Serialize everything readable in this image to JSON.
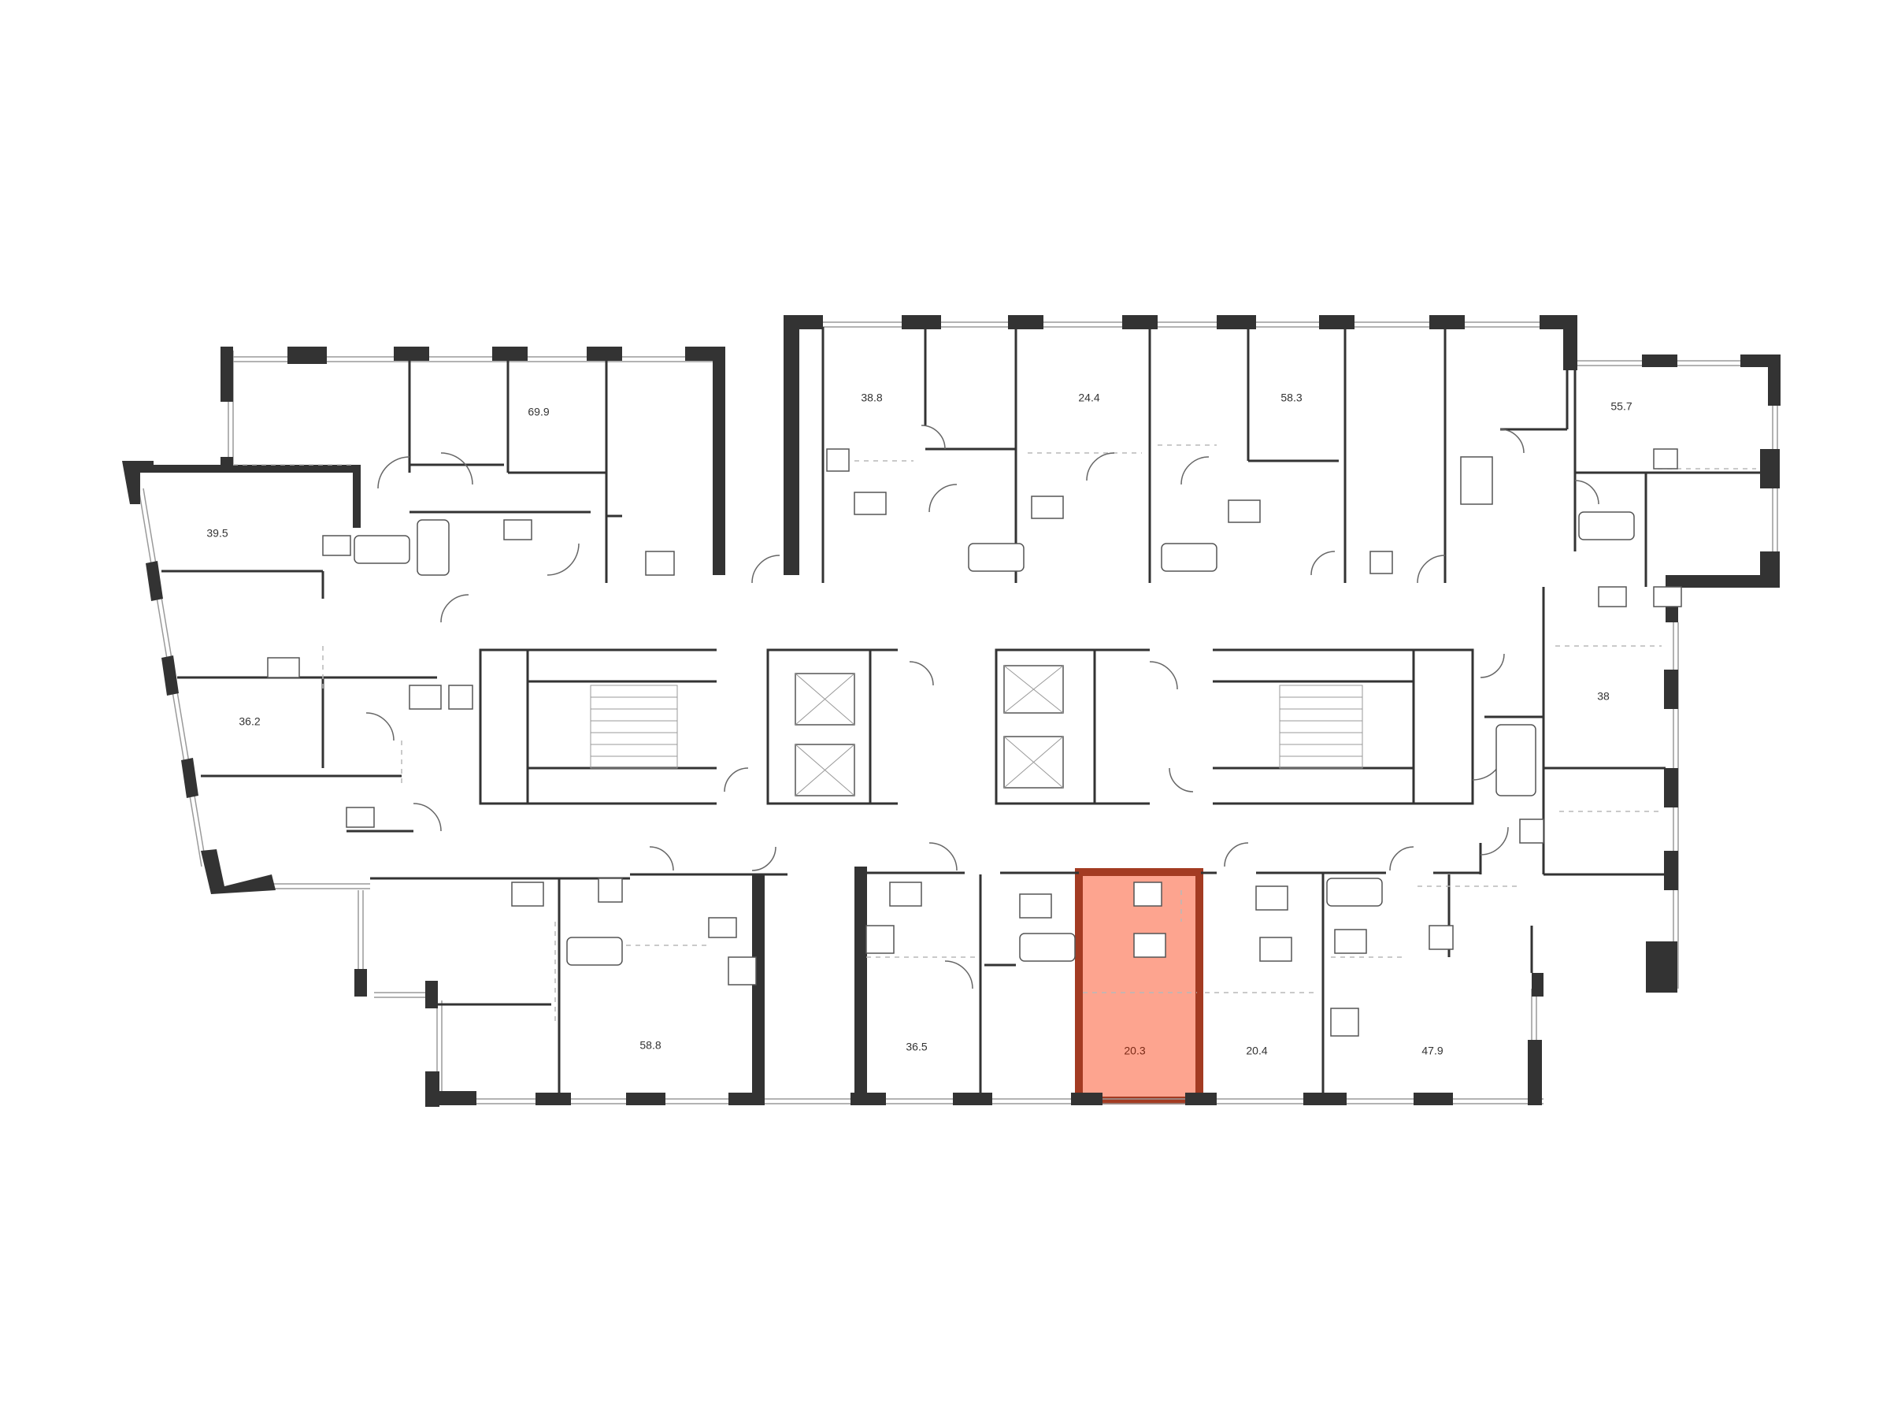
{
  "colors": {
    "wall": "#333333",
    "highlight_fill": "#fda48f",
    "highlight_border": "#a33b22",
    "background": "#ffffff"
  },
  "apartments": [
    {
      "id": "apt-69-9",
      "area": "69.9"
    },
    {
      "id": "apt-38-8",
      "area": "38.8"
    },
    {
      "id": "apt-24-4",
      "area": "24.4"
    },
    {
      "id": "apt-58-3",
      "area": "58.3"
    },
    {
      "id": "apt-55-7",
      "area": "55.7"
    },
    {
      "id": "apt-39-5",
      "area": "39.5"
    },
    {
      "id": "apt-36-2",
      "area": "36.2"
    },
    {
      "id": "apt-38",
      "area": "38"
    },
    {
      "id": "apt-58-8",
      "area": "58.8"
    },
    {
      "id": "apt-36-5",
      "area": "36.5"
    },
    {
      "id": "apt-20-3",
      "area": "20.3",
      "selected": true
    },
    {
      "id": "apt-20-4",
      "area": "20.4"
    },
    {
      "id": "apt-47-9",
      "area": "47.9"
    }
  ]
}
